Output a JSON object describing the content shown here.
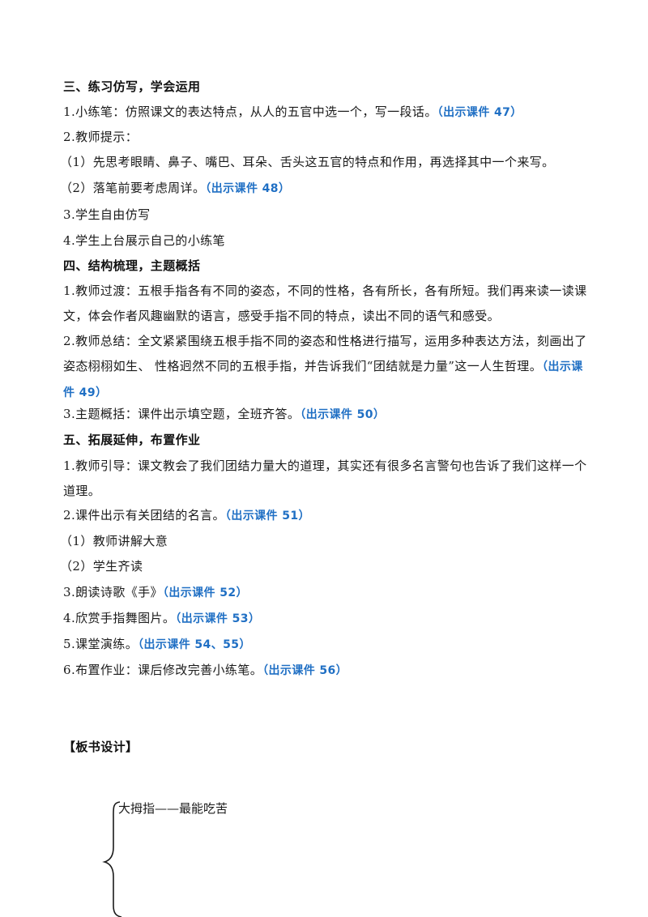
{
  "sections": {
    "s3": {
      "heading": "三、练习仿写，学会运用",
      "items": {
        "p1_text": "1.小练笔：仿照课文的表达特点，从人的五官中选一个，写一段话。",
        "p1_cue": "（出示课件 47）",
        "p2_text": "2.教师提示：",
        "p3_text": "（1）先思考眼睛、鼻子、嘴巴、耳朵、舌头这五官的特点和作用，再选择其中一个来写。",
        "p4_text": "（2）落笔前要考虑周详。",
        "p4_cue": "（出示课件 48）",
        "p5_text": "3.学生自由仿写",
        "p6_text": "4.学生上台展示自己的小练笔"
      }
    },
    "s4": {
      "heading": "四、结构梳理，主题概括",
      "items": {
        "p1_text": "1.教师过渡：五根手指各有不同的姿态，不同的性格，各有所长，各有所短。我们再来读一读课文，体会作者风趣幽默的语言，感受手指不同的特点，读出不同的语气和感受。",
        "p2_text": "2.教师总结：全文紧紧围绕五根手指不同的姿态和性格进行描写，运用多种表达方法，刻画出了姿态栩栩如生、 性格迥然不同的五根手指，并告诉我们“团结就是力量”这一人生哲理。",
        "p2_cue": "（出示课件 49）",
        "p3_text": "3.主题概括：课件出示填空题，全班齐答。",
        "p3_cue": "（出示课件 50）"
      }
    },
    "s5": {
      "heading": "五、拓展延伸，布置作业",
      "items": {
        "p1_text": "1.教师引导：课文教会了我们团结力量大的道理，其实还有很多名言警句也告诉了我们这样一个道理。",
        "p2_text": "2.课件出示有关团结的名言。",
        "p2_cue": "（出示课件 51）",
        "p3_text": "（1）教师讲解大意",
        "p4_text": "（2）学生齐读",
        "p5_text": "3.朗读诗歌《手》",
        "p5_cue": "（出示课件 52）",
        "p6_text": "4.欣赏手指舞图片。",
        "p6_cue": "（出示课件 53）",
        "p7_text": "5.课堂演练。",
        "p7_cue": "（出示课件 54、55）",
        "p8_text": "6.布置作业：课后修改完善小练笔。",
        "p8_cue": "（出示课件 56）"
      }
    }
  },
  "board": {
    "heading": "【板书设计】",
    "item1": "大拇指——最能吃苦"
  },
  "colors": {
    "cue": "#1f6fc4",
    "text": "#1a1a1a"
  }
}
